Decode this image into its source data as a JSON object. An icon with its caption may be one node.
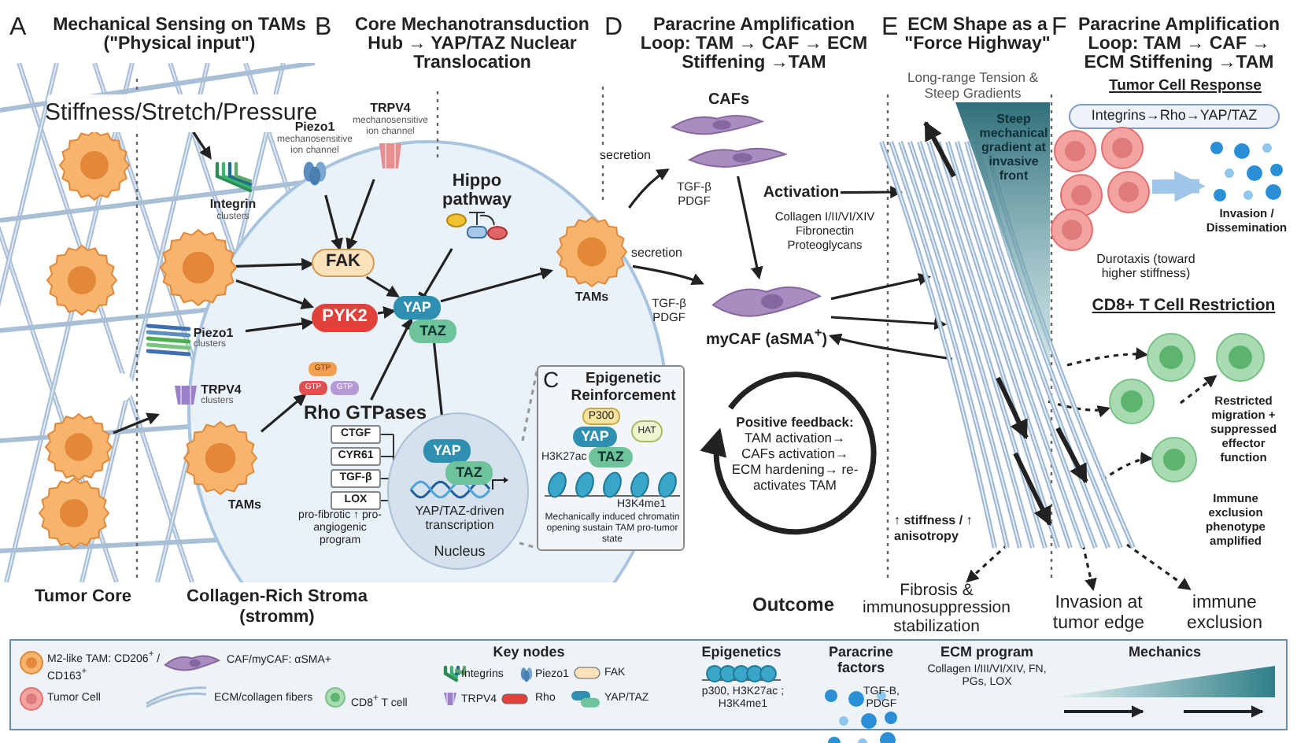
{
  "diagram": {
    "nodes": [
      {
        "text": [
          "Stiffness/Stretch/Pressure"
        ]
      },
      {
        "text": [
          "Integrin",
          "clusters"
        ]
      },
      {
        "text": [
          "Piezo1",
          "mechanosensitive ion channel"
        ]
      },
      {
        "text": [
          "TRPV4",
          "mechanosensitive ion channel"
        ]
      },
      {
        "text": [
          "FAK"
        ]
      },
      {
        "text": [
          "PYK2"
        ]
      },
      {
        "text": [
          "Piezo1",
          "clusters"
        ]
      },
      {
        "text": [
          "TRPV4",
          "clusters"
        ]
      },
      {
        "text": [],
        "shape": "picture"
      },
      {
        "text": [],
        "shape": "picture",
        "beside": [
          "TAMs"
        ]
      },
      {
        "text": [
          "GTP"
        ]
      },
      {
        "text": [
          "GTP"
        ]
      },
      {
        "text": [
          "GTP"
        ]
      },
      {
        "text": [
          "Rho GTPases"
        ]
      },
      {
        "text": [
          "Hippo pathway"
        ]
      },
      {
        "text": [
          "YAP"
        ]
      },
      {
        "text": [
          "TAZ"
        ]
      },
      {
        "text": [],
        "shape": "picture",
        "beside": [
          "TAMs"
        ]
      },
      {
        "text": [
          "YAP/TAZ-driven transcription",
          "Nucleus"
        ]
      },
      {
        "text": [
          "YAP"
        ],
        "in": 18
      },
      {
        "text": [
          "TAZ"
        ],
        "in": 18
      },
      {
        "text": [
          "CTGF"
        ]
      },
      {
        "text": [
          "CYR61"
        ]
      },
      {
        "text": [
          "TGF-β"
        ]
      },
      {
        "text": [
          "LOX"
        ]
      },
      {
        "text": [
          "C",
          "Epigenetic Reinforcement",
          "H3K27ac",
          "H3K4me1",
          "Mechanically induced chromatin opening sustain TAM pro-tumor state"
        ]
      },
      {
        "text": [
          "P300"
        ],
        "in": 25
      },
      {
        "text": [
          "YAP"
        ],
        "in": 25
      },
      {
        "text": [
          "TAZ"
        ],
        "in": 25
      },
      {
        "text": [
          "HAT"
        ],
        "in": 25
      },
      {
        "text": [],
        "shape": "picture",
        "beside": [
          "CAFs"
        ]
      },
      {
        "text": [],
        "shape": "picture",
        "beside": [
          "myCAF (aSMA$^{+}$)"
        ]
      },
      {
        "text": [
          "Activation"
        ]
      },
      {
        "text": [
          "Positive feedback:",
          "TAM activation→ CAFs activation→ ECM hardening→ re-activates TAM"
        ]
      },
      {
        "text": [
          "Steep mechanical gradient at invasive front"
        ]
      },
      {
        "text": [
          "Integrins→Rho→YAP/TAZ"
        ]
      },
      {
        "text": [],
        "shape": "picture"
      },
      {
        "text": [],
        "shape": "picture",
        "beside": [
          "Invasion / Dissemination"
        ]
      },
      {
        "text": [],
        "shape": "picture"
      },
      {
        "text": [],
        "shape": "picture"
      },
      {
        "text": [],
        "shape": "picture"
      },
      {
        "text": [],
        "shape": "picture"
      },
      {
        "text": [
          "Fibrosis & immunosuppression stabilization"
        ]
      },
      {
        "text": [
          "Invasion at tumor edge"
        ]
      },
      {
        "text": [
          "immune exclusion"
        ]
      },
      {
        "text": [],
        "shape": "picture"
      },
      {
        "text": [],
        "shape": "picture"
      }
    ],
    "edges": [
      {
        "from": 0,
        "to": 1,
        "arrow": "to"
      },
      {
        "from": 2,
        "to": 4,
        "arrow": "to"
      },
      {
        "from": 3,
        "to": 4,
        "arrow": "to"
      },
      {
        "from": 8,
        "to": 4,
        "arrow": "to"
      },
      {
        "from": 8,
        "to": 5,
        "arrow": "to"
      },
      {
        "from": 6,
        "to": 5,
        "arrow": "to"
      },
      {
        "from": 46,
        "to": 7,
        "arrow": "to"
      },
      {
        "from": 4,
        "to": 15,
        "arrow": "to"
      },
      {
        "from": 5,
        "to": 15,
        "arrow": "to"
      },
      {
        "from": 13,
        "to": 15,
        "arrow": "to"
      },
      {
        "from": 14,
        "to": 15,
        "arrow": "other"
      },
      {
        "from": 9,
        "to": 11,
        "arrow": "to"
      },
      {
        "from": 16,
        "to": 19,
        "arrow": "to"
      },
      {
        "from": 15,
        "to": 17,
        "arrow": "to"
      },
      {
        "from": 17,
        "to": 30,
        "arrow": "to",
        "label": "secretion"
      },
      {
        "from": 17,
        "to": 31,
        "arrow": "to",
        "label": "secretion"
      },
      {
        "from": 30,
        "to": 31,
        "arrow": "to"
      },
      {
        "from": 32,
        "to": 45,
        "arrow": "to"
      },
      {
        "from": 31,
        "to": 45,
        "arrow": "to"
      },
      {
        "from": 31,
        "to": 45,
        "arrow": "to"
      },
      {
        "from": 45,
        "to": 31,
        "arrow": "to"
      },
      {
        "from": 36,
        "to": 37,
        "arrow": "to",
        "style": "thick",
        "color": "#9fc5e8"
      },
      {
        "from": 45,
        "to": 38,
        "arrow": "to",
        "style": "dashed"
      },
      {
        "from": null,
        "to": 39,
        "arrow": "to",
        "style": "dashed"
      },
      {
        "from": 45,
        "to": 40,
        "arrow": "to",
        "style": "dashed"
      },
      {
        "from": 45,
        "to": 41,
        "arrow": "to",
        "style": "dashed"
      },
      {
        "from": 45,
        "to": 42,
        "arrow": "to",
        "style": "dashed"
      },
      {
        "from": 45,
        "to": 43,
        "arrow": "to",
        "style": "dashed"
      },
      {
        "from": 45,
        "to": 44,
        "arrow": "to",
        "style": "dashed"
      },
      {
        "from": 33,
        "to": 33,
        "arrow": "to",
        "style": "thick"
      },
      {
        "from": 18,
        "to": 25,
        "arrow": "none",
        "style": "dashed",
        "color": "#999999"
      },
      {
        "from": 18,
        "to": 25,
        "arrow": "none",
        "style": "dashed",
        "color": "#999999"
      }
    ],
    "labels": [
      "A",
      "Mechanical Sensing on TAMs (\"Physical input\")",
      "B",
      "Core Mechanotransduction Hub → YAP/TAZ Nuclear Translocation",
      "D",
      "Paracrine Amplification Loop: TAM → CAF → ECM Stiffening →TAM",
      "E",
      "ECM Shape as a \"Force Highway\"",
      "F",
      "Paracrine Amplification Loop: TAM → CAF → ECM Stiffening →TAM",
      "Long-range Tension & Steep Gradients",
      "Tumor Cell Response",
      "TGF-β PDGF",
      "TGF-β PDGF",
      "Collagen I/II/VI/XIV Fibronectin Proteoglycans",
      "Durotaxis (toward higher stiffness)",
      "CD8+ T Cell Restriction",
      "pro-fibrotic ↑ pro-angiogenic program",
      "Restricted migration + suppressed effector function",
      "Immune exclusion phenotype amplified",
      "↑ stiffness / ↑ anisotropy",
      "Tumor Core",
      "Collagen-Rich Stroma (stromm)",
      "Outcome",
      "Key nodes",
      "Epigenetics",
      "Paracrine factors",
      "ECM program",
      "Mechanics"
    ],
    "legend": [
      {
        "text": "M2-like TAM: CD206$^{+}$ / CD163$^{+}$"
      },
      {
        "text": "CAF/myCAF: αSMA+"
      },
      {
        "text": "Tumor Cell"
      },
      {
        "text": "ECM/collagen fibers"
      },
      {
        "text": "CD8$^{+}$ T cell"
      },
      {
        "text": "Integrins"
      },
      {
        "text": "Piezo1"
      },
      {
        "text": "FAK"
      },
      {
        "text": "TRPV4"
      },
      {
        "text": "Rho"
      },
      {
        "text": "YAP/TAZ"
      },
      {
        "text": "p300, H3K27ac ; H3K4me1"
      },
      {
        "text": "TGF-B, PDGF"
      },
      {
        "text": "Collagen I/III/VI/XIV, FN, PGs, LOX"
      }
    ]
  }
}
